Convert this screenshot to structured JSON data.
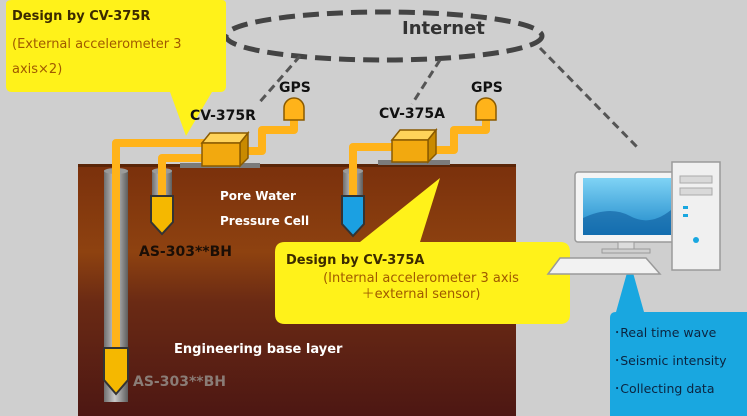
{
  "network": {
    "label": "Internet"
  },
  "devices": {
    "cv375r": {
      "label": "CV-375R",
      "gps_label": "GPS"
    },
    "cv375a": {
      "label": "CV-375A",
      "gps_label": "GPS"
    }
  },
  "callouts": {
    "r": {
      "title": "Design by CV-375R",
      "line1": "(External accelerometer 3",
      "line2": "axis×2)"
    },
    "a": {
      "title": "Design by CV-375A",
      "line1": "(Internal accelerometer 3 axis",
      "line2": "＋external sensor)"
    }
  },
  "sensors": {
    "pore_line1": "Pore Water",
    "pore_line2": "Pressure Cell",
    "shallow_label": "AS-303**BH",
    "deep_label": "AS-303**BH"
  },
  "ground": {
    "base_layer_label": "Engineering base layer"
  },
  "pc_info": {
    "items": [
      "･Real time wave",
      "･Seismic intensity",
      "･Collecting data"
    ]
  },
  "colors": {
    "background": "#cfcfcf",
    "soil_top": "#8a3b0e",
    "soil_base": "#5b1d16",
    "cable": "#ffb31a",
    "callout": "#fff21a",
    "info_box": "#19a7e0",
    "probe_blue": "#1ba0e2"
  }
}
